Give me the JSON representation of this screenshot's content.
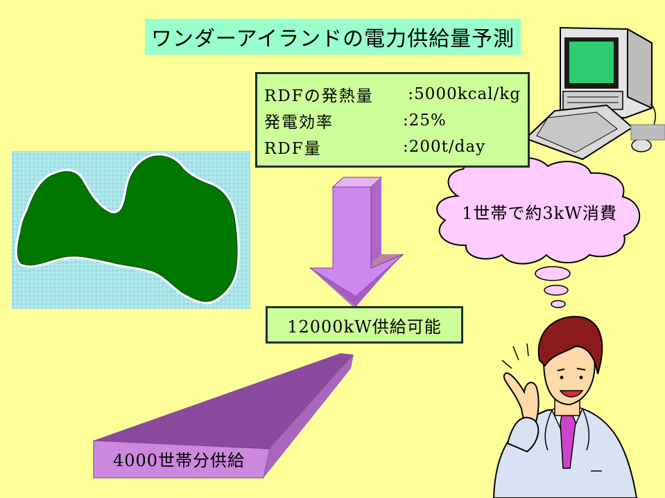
{
  "title": "ワンダーアイランドの電力供給量予測",
  "specs": [
    {
      "label": "RDFの発熱量",
      "value": ":5000kcal/kg"
    },
    {
      "label": "発電効率",
      "value": ":25%"
    },
    {
      "label": "RDF量",
      "value": ":200t/day"
    }
  ],
  "supply": "12000kW供給可能",
  "households": "4000世帯分供給",
  "thought": "1世帯で約3kW消費",
  "colors": {
    "background": "#FFFF99",
    "title_box": "#99FFCC",
    "spec_box": "#CCFF99",
    "arrow": "#CC88EE",
    "wedge": "#CC88DD",
    "cloud": "#FFCCFF",
    "island": "#007700",
    "sea": "#A8E4E8"
  },
  "icons": [
    "island-map",
    "computer-icon",
    "thought-cloud-icon",
    "pointing-man-illustration",
    "down-arrow-icon",
    "wedge-shape"
  ]
}
